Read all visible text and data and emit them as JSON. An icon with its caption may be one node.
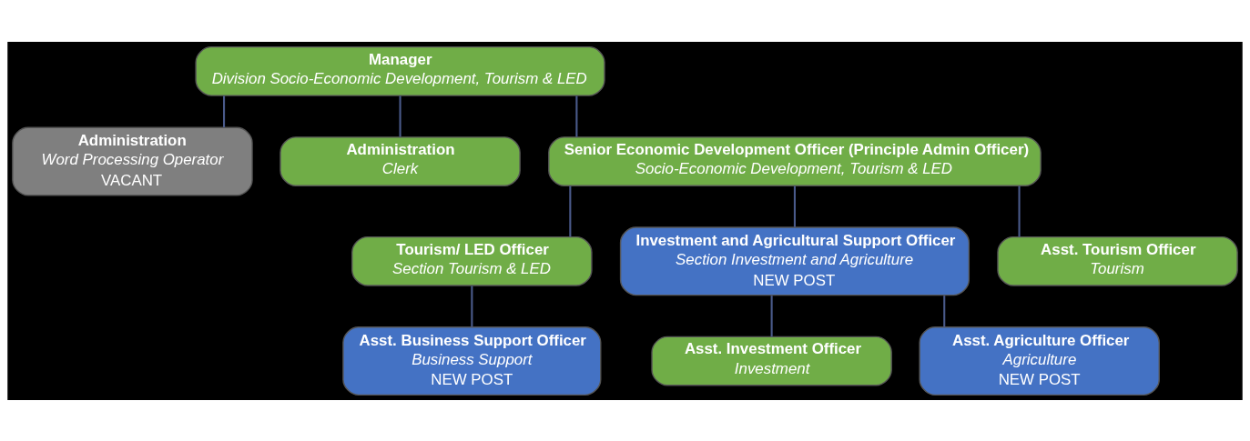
{
  "diagram": {
    "nodes": [
      {
        "text": [
          "Manager",
          "Division Socio-Economic Development, Tourism & LED"
        ]
      },
      {
        "text": [
          "Administration",
          "Word Processing Operator",
          "VACANT"
        ]
      },
      {
        "text": [
          "Administration",
          "Clerk"
        ]
      },
      {
        "text": [
          "Senior Economic Development Officer (Principle Admin Officer)",
          "Socio-Economic Development, Tourism & LED"
        ]
      },
      {
        "text": [
          "Tourism/ LED Officer",
          "Section Tourism & LED"
        ]
      },
      {
        "text": [
          "Investment and Agricultural Support Officer",
          "Section Investment and Agriculture",
          "NEW POST"
        ]
      },
      {
        "text": [
          "Asst. Tourism Officer",
          "Tourism"
        ]
      },
      {
        "text": [
          "Asst. Business Support Officer",
          "Business Support",
          "NEW POST"
        ]
      },
      {
        "text": [
          "Asst. Investment Officer",
          "Investment"
        ]
      },
      {
        "text": [
          "Asst. Agriculture Officer",
          "Agriculture",
          "NEW POST"
        ]
      }
    ],
    "edges": [
      {
        "from": 0,
        "to": 1,
        "arrow": "none"
      },
      {
        "from": 0,
        "to": 2,
        "arrow": "none"
      },
      {
        "from": 0,
        "to": 3,
        "arrow": "none"
      },
      {
        "from": 3,
        "to": 4,
        "arrow": "none"
      },
      {
        "from": 3,
        "to": 5,
        "arrow": "none"
      },
      {
        "from": 3,
        "to": 6,
        "arrow": "none"
      },
      {
        "from": 4,
        "to": 7,
        "arrow": "none"
      },
      {
        "from": 5,
        "to": 8,
        "arrow": "none"
      },
      {
        "from": 5,
        "to": 9,
        "arrow": "none"
      }
    ]
  }
}
